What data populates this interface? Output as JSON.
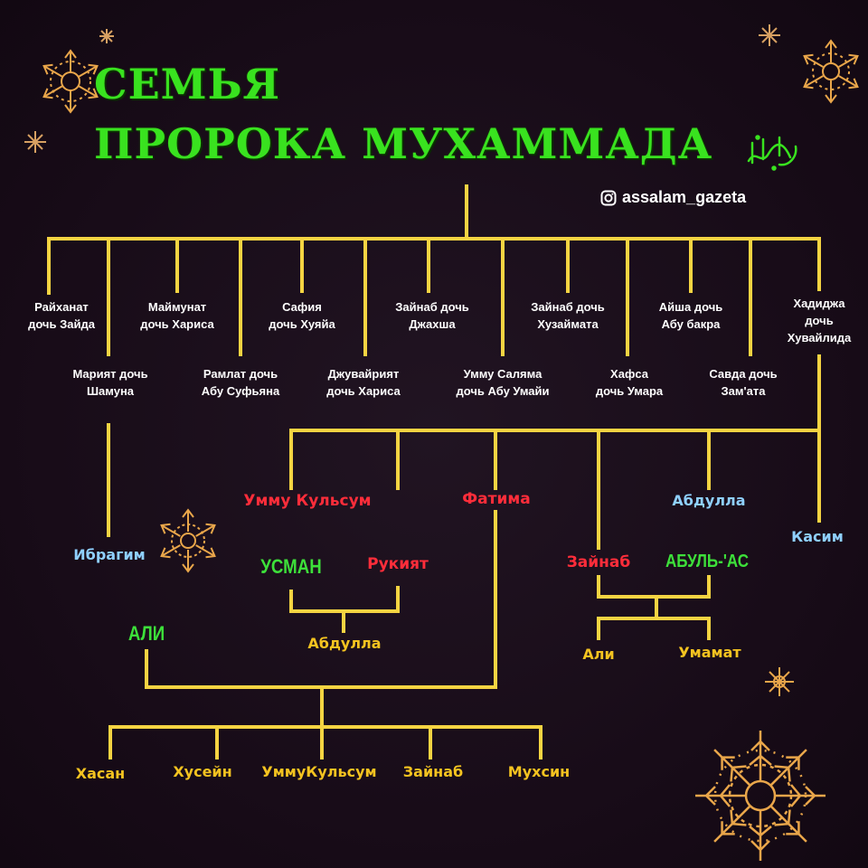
{
  "title": {
    "line1": "СЕМЬЯ",
    "line2": "ПРОРОКА МУХАММАДА"
  },
  "instagram": {
    "handle": "assalam_gazeta",
    "icon": "instagram-icon"
  },
  "wives_top": [
    {
      "line1": "Райханат",
      "line2": "дочь Зайда"
    },
    {
      "line1": "Маймунат",
      "line2": "дочь Хариса"
    },
    {
      "line1": "Сафия",
      "line2": "дочь Хуяйа"
    },
    {
      "line1": "Зайнаб дочь",
      "line2": "Джахша"
    },
    {
      "line1": "Зайнаб дочь",
      "line2": "Хузаймата"
    },
    {
      "line1": "Айша дочь",
      "line2": "Абу бакра"
    },
    {
      "line1": "Хадиджа",
      "line2": "дочь",
      "line3": "Хувайлида"
    }
  ],
  "wives_bottom": [
    {
      "line1": "Марият дочь",
      "line2": "Шамуна"
    },
    {
      "line1": "Рамлат дочь",
      "line2": "Абу Суфьяна"
    },
    {
      "line1": "Джувайрият",
      "line2": "дочь Хариса"
    },
    {
      "line1": "Умму Саляма",
      "line2": "дочь Абу Умайи"
    },
    {
      "line1": "Хафса",
      "line2": "дочь Умара"
    },
    {
      "line1": "Савда дочь",
      "line2": "Зам'ата"
    }
  ],
  "children": {
    "ibragim": "Ибрагим",
    "ummu_kulsum": "Умму Кульсум",
    "fatima": "Фатима",
    "abdulla": "Абдулла",
    "kasim": "Касим",
    "rukiyat": "Рукият",
    "zainab": "Зайнаб"
  },
  "spouses": {
    "usman": "УСМАН",
    "ali": "АЛИ",
    "abul_as": "АБУЛЬ-'АС"
  },
  "grandchildren": {
    "abdulla_usman": "Абдулла",
    "ali_zainab": "Али",
    "umamat": "Умамат",
    "hasan": "Хасан",
    "husein": "Хусейн",
    "ummukulsum": "УммуКульсум",
    "zainab_fatima": "Зайнаб",
    "muhsin": "Мухсин"
  },
  "colors": {
    "line": "#f5d442",
    "title": "#39e21f",
    "red": "#ff2d3a",
    "blue": "#8fd0ff",
    "gold": "#f4c320",
    "ornament": "#e9a64a"
  }
}
